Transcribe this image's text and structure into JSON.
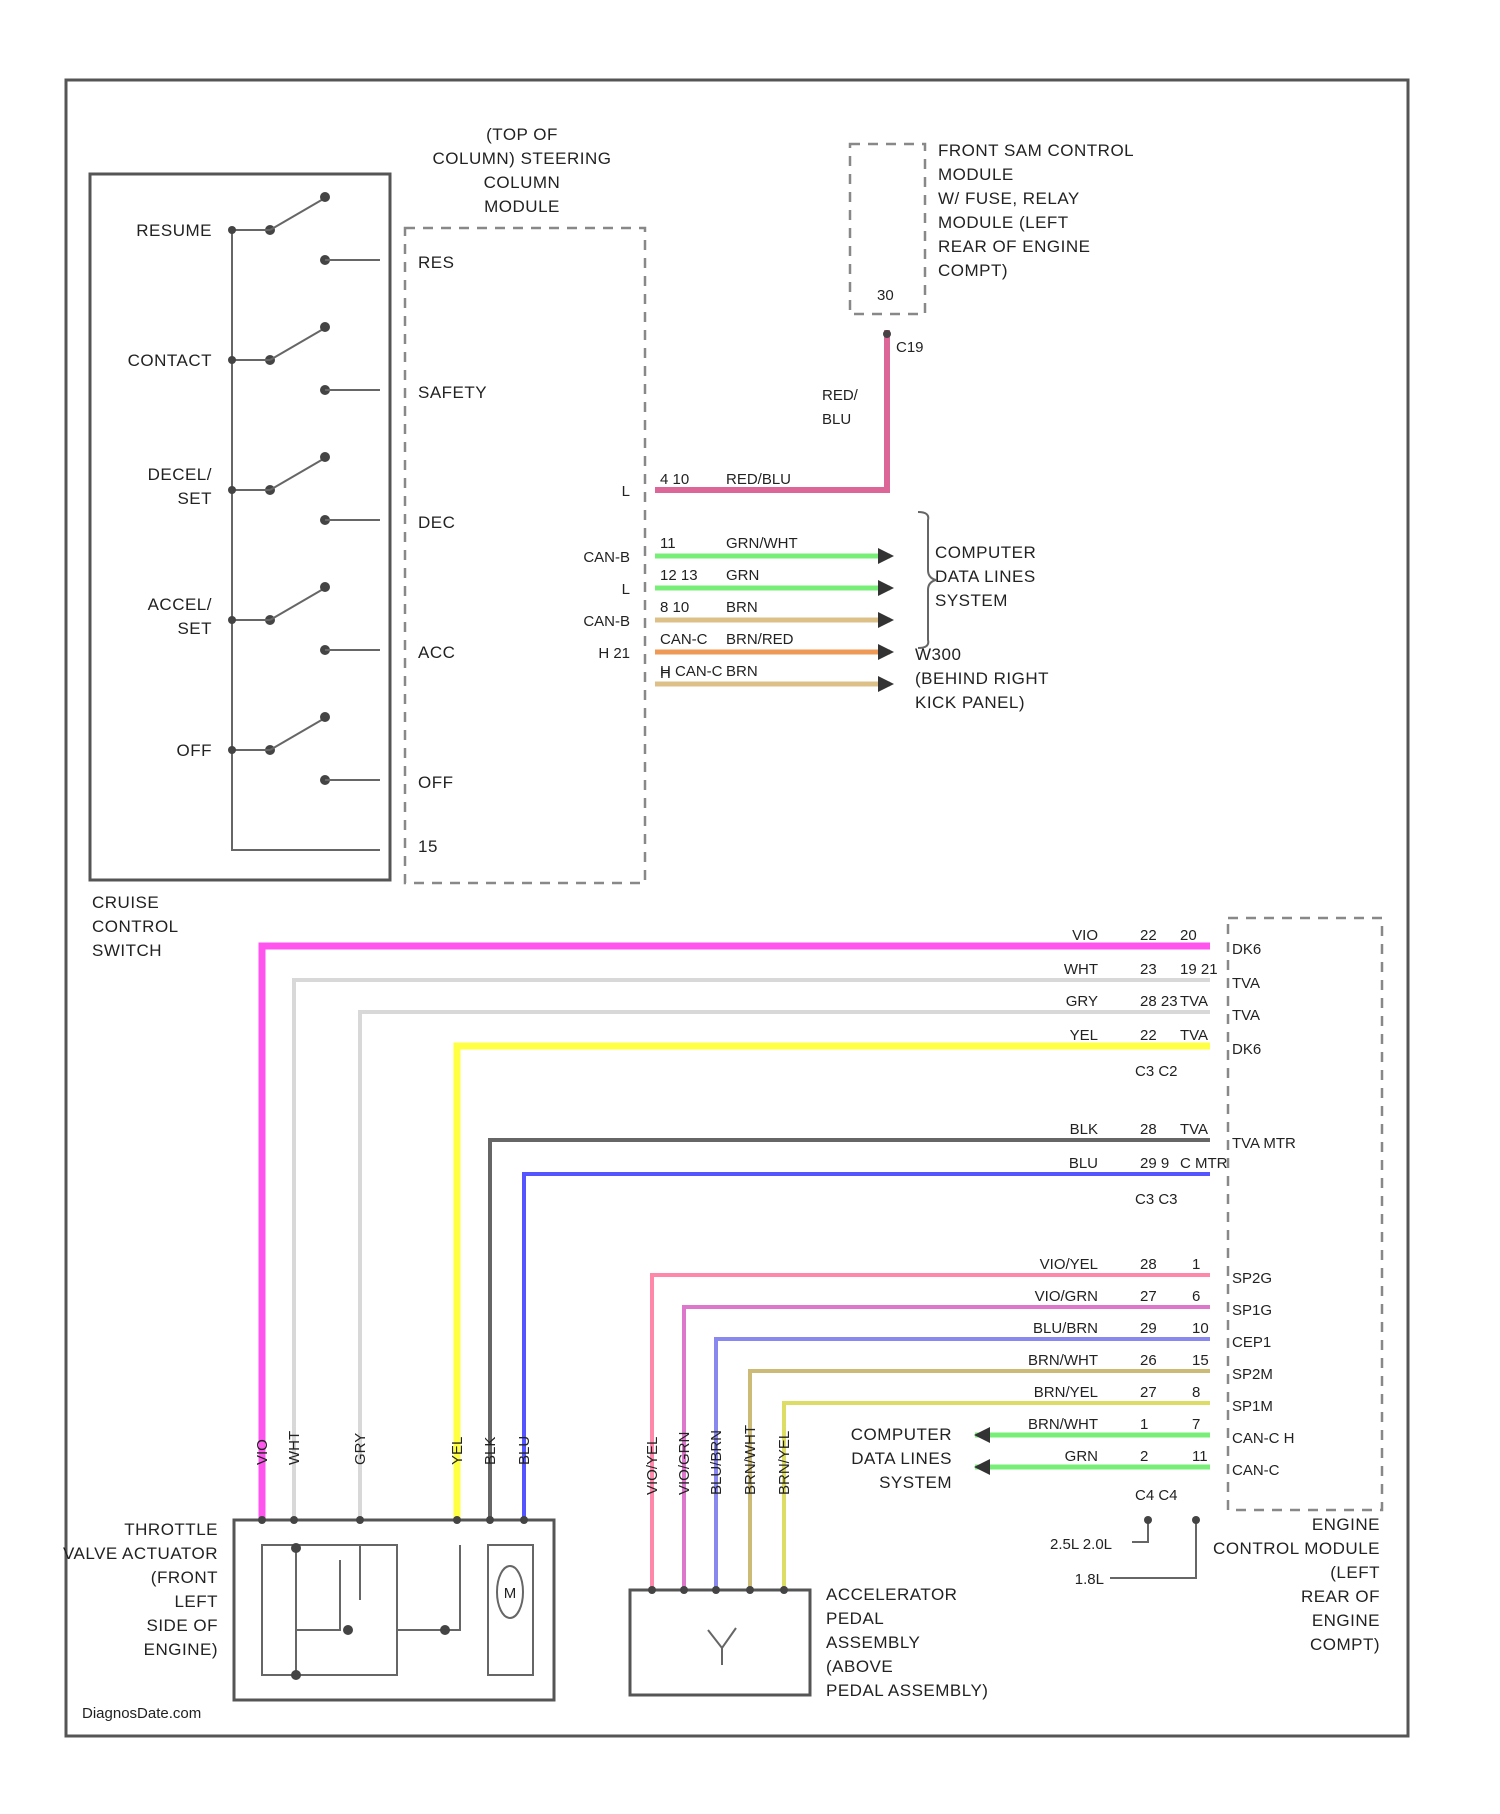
{
  "colors": {
    "pink": "#ff55ee",
    "white_wire": "#d8d8d8",
    "yellow": "#ffff44",
    "black_wire": "#666666",
    "blue": "#5555ff",
    "green": "#77ee77",
    "tan": "#ddc088",
    "orange": "#ee9955",
    "red_blu": "#dd6699",
    "light_pink": "#ff88aa",
    "violet_pink": "#dd77cc",
    "light_blue": "#8888ee",
    "tan_grn": "#ccbb77",
    "yel_tan": "#dddd66"
  },
  "cruise_switch": {
    "switches": [
      "RESUME",
      "CONTACT",
      "DECEL/\nSET",
      "ACCEL/\nSET",
      "OFF"
    ],
    "label": "CRUISE\nCONTROL\nSWITCH"
  },
  "steering_module": {
    "label": "(TOP OF\nCOLUMN) STEERING\nCOLUMN\nMODULE",
    "pins": [
      "RES",
      "SAFETY",
      "DEC",
      "ACC",
      "OFF",
      "15"
    ]
  },
  "sam_module": {
    "label": "FRONT SAM CONTROL\nMODULE\nW/ FUSE, RELAY\nMODULE (LEFT\nREAR OF ENGINE\nCOMPT)",
    "fuse": "30",
    "connector": "C19",
    "wire_label": "RED/\nBLU"
  },
  "data_lines": {
    "wires": [
      {
        "left": "L",
        "pins": "4 10",
        "color_label": "RED/BLU"
      },
      {
        "left": "CAN-B",
        "pins": "11",
        "color_label": "GRN/WHT"
      },
      {
        "left": "L",
        "pins": "12 13",
        "color_label": "GRN"
      },
      {
        "left": "CAN-B",
        "pins": "8 10",
        "color_label": "BRN"
      },
      {
        "left": "H 21",
        "pins": "CAN-C",
        "color_label": "BRN/RED"
      },
      {
        "left": "",
        "pins": "H CAN-C",
        "color_label": "BRN"
      }
    ],
    "system_label": "COMPUTER\nDATA LINES\nSYSTEM",
    "ground_label": "W300\n(BEHIND RIGHT\nKICK PANEL)",
    "footnote": "H"
  },
  "ecm_wires": [
    {
      "color": "VIO",
      "pin1": "22",
      "pin2": "20",
      "signal": "DK6"
    },
    {
      "color": "WHT",
      "pin1": "23",
      "pin2": "19 21",
      "signal": "TVA"
    },
    {
      "color": "GRY",
      "pin1": "28 23",
      "pin2": "TVA",
      "signal": "TVA"
    },
    {
      "color": "YEL",
      "pin1": "22",
      "pin2": "TVA",
      "signal": "DK6"
    },
    {
      "color": "BLK",
      "pin1": "28",
      "pin2": "TVA",
      "signal": "TVA MTR"
    },
    {
      "color": "BLU",
      "pin1": "29 9",
      "pin2": "C MTR",
      "signal": ""
    }
  ],
  "ecm_connectors": {
    "c3": [
      "C3",
      "C2"
    ],
    "c3b": [
      "C3",
      "C3"
    ],
    "c4": [
      "C4",
      "C4"
    ]
  },
  "pedal_wires": [
    {
      "color": "VIO/YEL",
      "pin1": "28",
      "pin2": "1",
      "signal": "SP2G"
    },
    {
      "color": "VIO/GRN",
      "pin1": "27",
      "pin2": "6",
      "signal": "SP1G"
    },
    {
      "color": "BLU/BRN",
      "pin1": "29",
      "pin2": "10",
      "signal": "CEP1"
    },
    {
      "color": "BRN/WHT",
      "pin1": "26",
      "pin2": "15",
      "signal": "SP2M"
    },
    {
      "color": "BRN/YEL",
      "pin1": "27",
      "pin2": "8",
      "signal": "SP1M"
    },
    {
      "color": "BRN/WHT",
      "pin1": "1",
      "pin2": "7",
      "signal": "CAN-C H"
    },
    {
      "color": "GRN",
      "pin1": "2",
      "pin2": "11",
      "signal": "CAN-C"
    }
  ],
  "can_c_label": "COMPUTER\nDATA LINES\nSYSTEM",
  "engine_options": [
    "2.5L 2.0L",
    "1.8L"
  ],
  "ecm_label": "ENGINE\nCONTROL MODULE\n(LEFT\nREAR OF\nENGINE\nCOMPT)",
  "throttle": {
    "label": "THROTTLE\nVALVE ACTUATOR\n(FRONT\nLEFT\nSIDE OF\nENGINE)",
    "wire_tags": [
      "VIO",
      "WHT",
      "GRY",
      "YEL",
      "BLK",
      "BLU"
    ],
    "motor": "M"
  },
  "pedal": {
    "label": "ACCELERATOR\nPEDAL\nASSEMBLY\n(ABOVE\nPEDAL ASSEMBLY)",
    "wire_tags": [
      "VIO/YEL",
      "VIO/GRN",
      "BLU/BRN",
      "BRN/WHT",
      "BRN/YEL"
    ]
  },
  "footer": "DiagnosDate.com"
}
